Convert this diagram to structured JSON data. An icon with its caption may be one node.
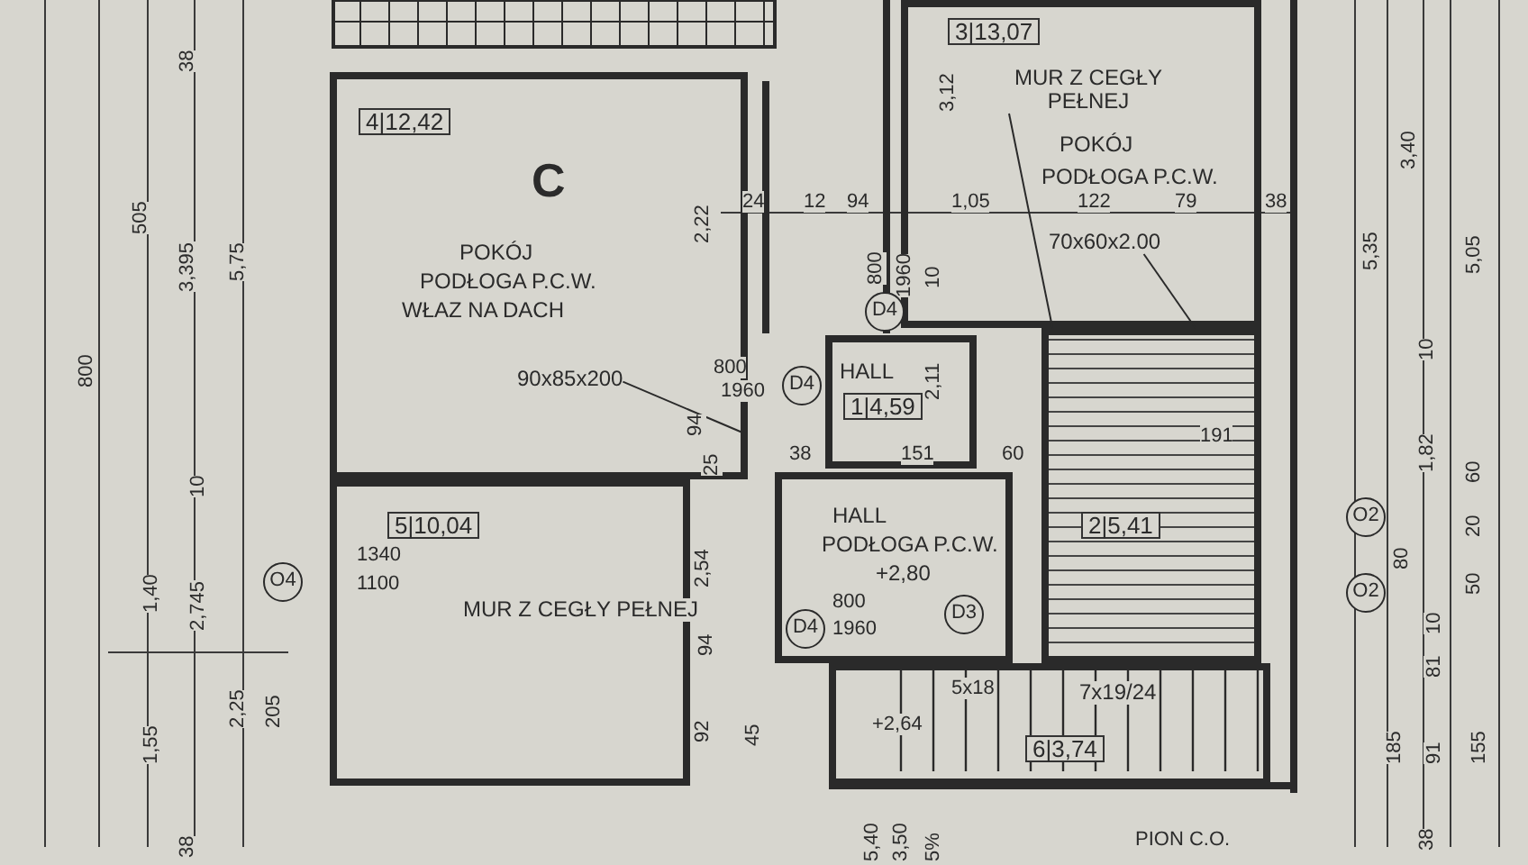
{
  "diagram": {
    "nodes": [
      {
        "text": [
          "4|12,42",
          "C",
          "POKÓJ",
          "PODŁOGA P.C.W.",
          "WŁAZ NA DACH"
        ]
      },
      {
        "text": [
          "3|13,07",
          "POKÓJ",
          "PODŁOGA P.C.W."
        ]
      },
      {
        "text": [
          "HALL",
          "1|4,59"
        ]
      },
      {
        "text": [
          "5|10,04",
          "MUR Z CEGŁY PEŁNEJ"
        ]
      },
      {
        "text": [
          "HALL",
          "PODŁOGA P.C.W.",
          "+2,80"
        ]
      },
      {
        "text": [
          "2|5,41"
        ]
      },
      {
        "text": [
          "7x19/24",
          "6|3,74"
        ]
      },
      {
        "text": [
          "MUR Z CEGŁY PEŁNEJ"
        ],
        "in": 1
      },
      {
        "text": [
          "70x60x2.00"
        ],
        "in": 1
      },
      {
        "text": [
          "90x85x200"
        ],
        "in": 0
      }
    ],
    "edges": [
      {
        "from": 7,
        "to": 5,
        "arrow": "none"
      },
      {
        "from": 8,
        "to": 5,
        "arrow": "none"
      },
      {
        "from": 9,
        "to": null,
        "arrow": "none"
      }
    ],
    "labels": [
      "38",
      "3,12",
      "505",
      "3,395",
      "5,75",
      "800",
      "2,22",
      "24",
      "12",
      "94",
      "1,05",
      "122",
      "79",
      "38",
      "3,40",
      "800",
      "1960",
      "10",
      "5,35",
      "5,05",
      "D4",
      "2,11",
      "800",
      "1960",
      "D4",
      "10",
      "1,82",
      "94",
      "25",
      "38",
      "151",
      "60",
      "191",
      "10",
      "1,40",
      "2,745",
      "O4",
      "1340",
      "1100",
      "2,54",
      "94",
      "D4",
      "800",
      "1960",
      "D3",
      "O2",
      "O2",
      "80",
      "60",
      "20",
      "50",
      "10",
      "81",
      "1,55",
      "2,25",
      "205",
      "92",
      "45",
      "5x18",
      "+2,64",
      "185",
      "91",
      "155",
      "38",
      "38",
      "5,40",
      "3,50",
      "5%",
      "PION C.O."
    ]
  }
}
